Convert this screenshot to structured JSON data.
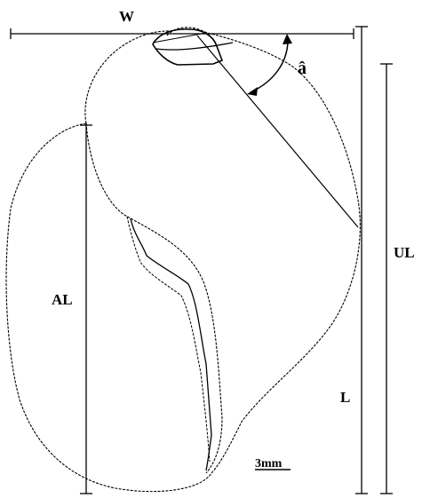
{
  "labels": {
    "width": "W",
    "angle": "â",
    "upper_length": "UL",
    "aperture_length": "AL",
    "length": "L",
    "scale_bar": "3mm"
  },
  "colors": {
    "line": "#000000",
    "background": "#ffffff"
  }
}
